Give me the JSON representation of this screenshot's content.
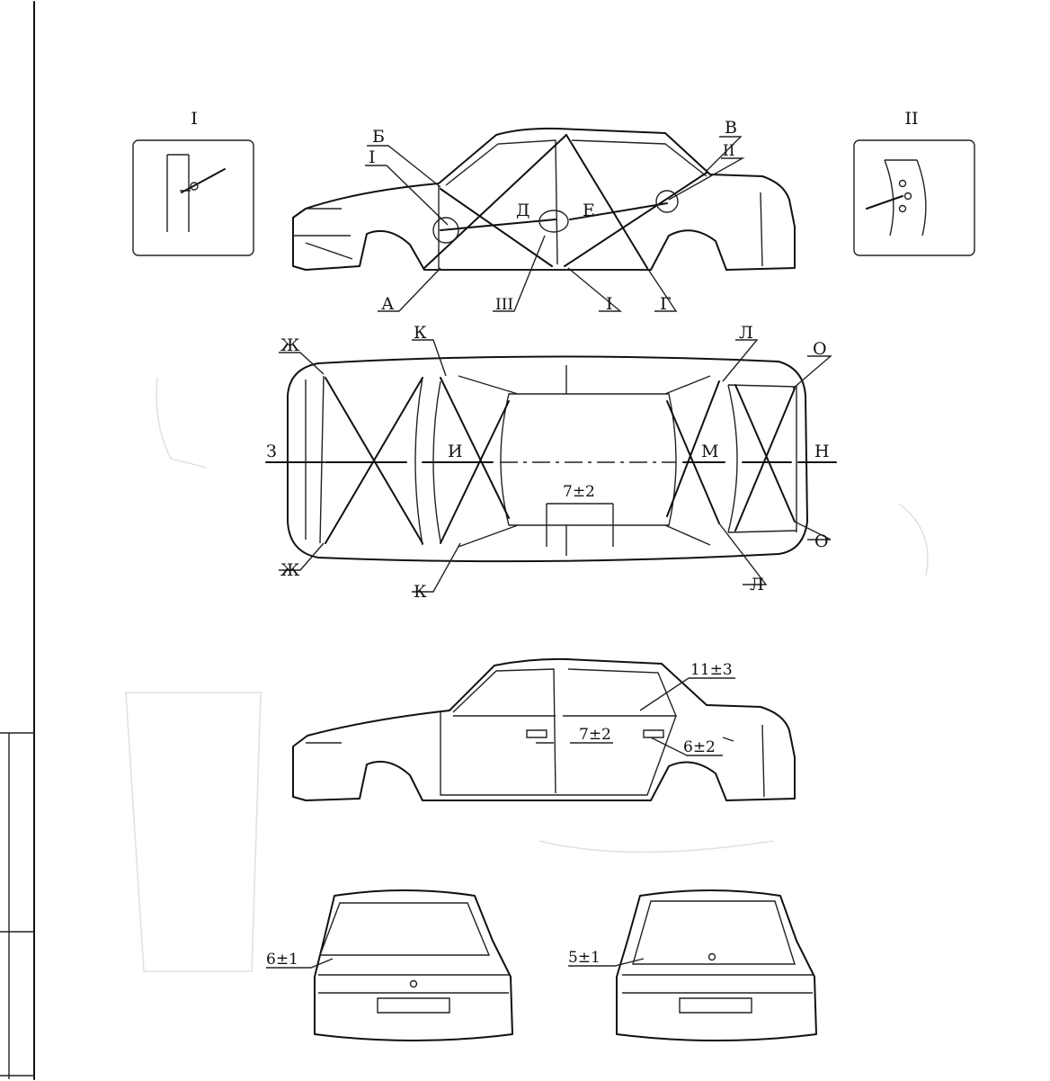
{
  "insets": {
    "left": {
      "title": "I"
    },
    "right": {
      "title": "II"
    }
  },
  "side_view_top": {
    "labels": {
      "B": "Б",
      "I": "I",
      "V": "В",
      "II": "II",
      "D": "Д",
      "E": "Е",
      "A": "А",
      "III": "III",
      "I_bottom": "I",
      "G": "Г"
    }
  },
  "plan_view": {
    "labels": {
      "Zh_top": "Ж",
      "K_top": "К",
      "L_top": "Л",
      "O_top": "О",
      "Z": "З",
      "I": "И",
      "M": "М",
      "N": "Н",
      "tol": "7±2",
      "Zh_bottom": "Ж",
      "K_bottom": "К",
      "L_bottom": "Л",
      "O_bottom": "О"
    }
  },
  "side_view_bottom": {
    "labels": {
      "roof_tol": "11±3",
      "door_tol": "7±2",
      "rear_tol": "6±2"
    }
  },
  "rear_views": {
    "left_tol": "6±1",
    "right_tol": "5±1"
  }
}
